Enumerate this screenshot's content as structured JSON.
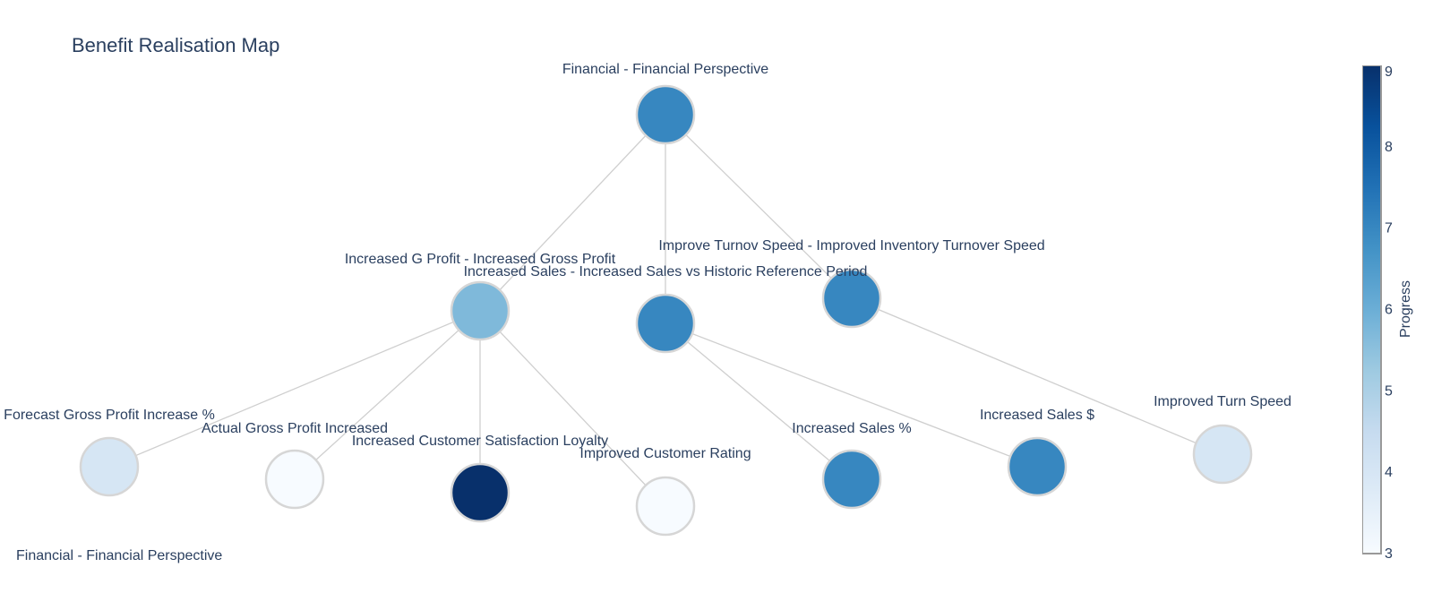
{
  "title": "Benefit Realisation Map",
  "footer_label": "Financial - Financial Perspective",
  "colorbar": {
    "title": "Progress",
    "min": 3,
    "max": 9,
    "ticks": [
      3,
      4,
      5,
      6,
      7,
      8,
      9
    ]
  },
  "colorscale": [
    "#f7fbff",
    "#deebf7",
    "#c6dbef",
    "#9ecae1",
    "#6baed6",
    "#4292c6",
    "#2171b5",
    "#08519c",
    "#08306b"
  ],
  "nodes": [
    {
      "id": "root",
      "label": "Financial - Financial Perspective",
      "progress": 7
    },
    {
      "id": "gprofit",
      "label": "Increased G Profit - Increased Gross Profit",
      "progress": 5.7
    },
    {
      "id": "sales",
      "label": "Increased Sales - Increased Sales vs Historic Reference Period",
      "progress": 7
    },
    {
      "id": "turnov",
      "label": "Improve Turnov Speed - Improved Inventory Turnover Speed",
      "progress": 7
    },
    {
      "id": "fgpi",
      "label": "Forecast Gross Profit Increase %",
      "progress": 4
    },
    {
      "id": "agpi",
      "label": "Actual Gross Profit Increased",
      "progress": 3
    },
    {
      "id": "csl",
      "label": "Increased Customer Satisfaction Loyalty",
      "progress": 9
    },
    {
      "id": "icr",
      "label": "Improved Customer Rating",
      "progress": 3
    },
    {
      "id": "spct",
      "label": "Increased Sales %",
      "progress": 7
    },
    {
      "id": "susd",
      "label": "Increased Sales $",
      "progress": 7
    },
    {
      "id": "its",
      "label": "Improved Turn Speed",
      "progress": 4
    }
  ],
  "edges": [
    [
      "root",
      "gprofit"
    ],
    [
      "root",
      "sales"
    ],
    [
      "root",
      "turnov"
    ],
    [
      "gprofit",
      "fgpi"
    ],
    [
      "gprofit",
      "agpi"
    ],
    [
      "gprofit",
      "csl"
    ],
    [
      "gprofit",
      "icr"
    ],
    [
      "sales",
      "spct"
    ],
    [
      "sales",
      "susd"
    ],
    [
      "turnov",
      "its"
    ]
  ]
}
